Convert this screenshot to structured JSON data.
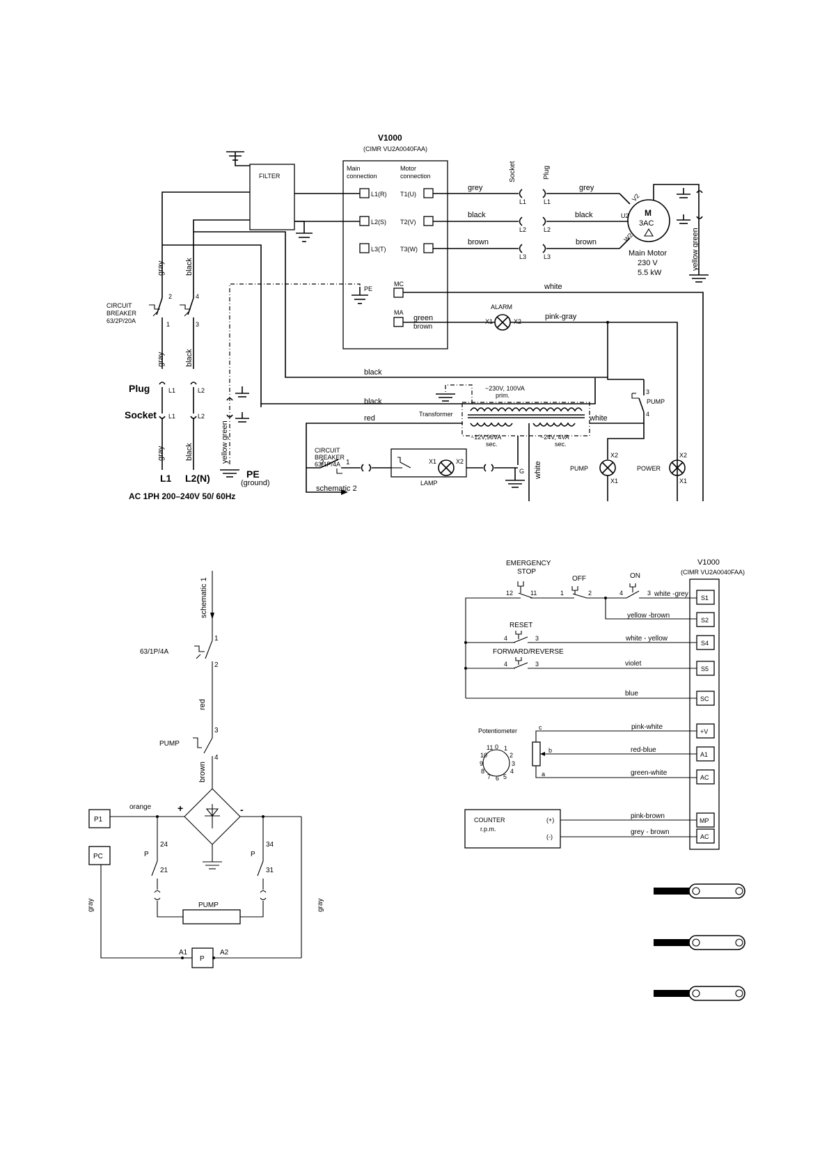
{
  "sheet": {
    "schematic1": {
      "inverter_title": "V1000",
      "inverter_model": "(CIMR VU2A0040FAA)",
      "filter": "FILTER",
      "main_connection": [
        "Main",
        "connection"
      ],
      "motor_connection": [
        "Motor",
        "connection"
      ],
      "terminals_in": [
        "L1(R)",
        "L2(S)",
        "L3(T)"
      ],
      "terminals_out": [
        "T1(U)",
        "T2(V)",
        "T3(W)"
      ],
      "pe": "PE",
      "mc": "MC",
      "ma": "MA",
      "socket_vert": "Socket",
      "plug_vert": "Plug",
      "conn_labels": [
        "L1",
        "L1",
        "L2",
        "L2",
        "L3",
        "L3"
      ],
      "wires_motor_left": [
        "grey",
        "black",
        "brown"
      ],
      "wires_motor_right": [
        "grey",
        "black",
        "brown"
      ],
      "motor_terms": [
        "V2",
        "U2",
        "W2"
      ],
      "motor_symbol": [
        "M",
        "3AC"
      ],
      "motor_label": [
        "Main Motor",
        "230 V",
        "5.5 kW"
      ],
      "yellow_green_right": "yellow green",
      "white_mc": "white",
      "green": "green",
      "brown_ma": "brown",
      "alarm": "ALARM",
      "x1": "X1",
      "x2": "X2",
      "pink_gray": "pink-gray",
      "cb_main": [
        "CIRCUIT",
        "BREAKER",
        "63/2P/20A"
      ],
      "cb_nums": [
        "2",
        "4",
        "1",
        "3"
      ],
      "gray": "gray",
      "black": "black",
      "plug": "Plug",
      "socket": "Socket",
      "l1": "L1",
      "l2": "L2",
      "yellow_green_left": "yellow green",
      "pe_ground": [
        "PE",
        "(ground)"
      ],
      "supply_l1": "L1",
      "supply_l2": "L2(N)",
      "supply": "AC 1PH  200–240V  50/ 60Hz",
      "wire_black1": "black",
      "wire_black2": "black",
      "wire_red": "red",
      "transformer": "Transformer",
      "prim": [
        "~230V, 100VA",
        "prim."
      ],
      "sec1": [
        "~12V,96VA",
        "sec."
      ],
      "sec2": [
        "~24V, 4VA",
        "sec."
      ],
      "white_trafo": "white",
      "cb_small": [
        "CIRCUIT",
        "BREAKER",
        "63/1P/4A"
      ],
      "cb_small_nums": [
        "2",
        "1"
      ],
      "lamp": "LAMP",
      "g": "G",
      "white_vert": "white",
      "pump_switch": "PUMP",
      "pump_switch_nums": [
        "3",
        "4"
      ],
      "pump_lamp": "PUMP",
      "power_lamp": "POWER",
      "schematic2_ref": "schematic 2"
    },
    "schematic2": {
      "ref": "schematic 1",
      "cb": "63/1P/4A",
      "nums": [
        "1",
        "2",
        "3",
        "4"
      ],
      "red": "red",
      "brown": "brown",
      "pump_switch": "PUMP",
      "p1": "P1",
      "pc": "PC",
      "orange": "orange",
      "plus": "+",
      "minus": "-",
      "relay_p": "P",
      "contacts": [
        "24",
        "21",
        "34",
        "31"
      ],
      "pump": "PUMP",
      "gray": "gray",
      "a1": "A1",
      "a2": "A2",
      "p": "P"
    },
    "schematic3": {
      "inverter_title": "V1000",
      "inverter_model": "(CIMR VU2A0040FAA)",
      "emergency_stop": [
        "EMERGENCY",
        "STOP"
      ],
      "off": "OFF",
      "on": "ON",
      "contact_nums": [
        "12",
        "11",
        "1",
        "2",
        "4",
        "3"
      ],
      "reset": "RESET",
      "fwd_rev": "FORWARD/REVERSE",
      "reset_nums": [
        "4",
        "3"
      ],
      "fwd_nums": [
        "4",
        "3"
      ],
      "terminals": [
        "S1",
        "S2",
        "S4",
        "S5",
        "SC",
        "+V",
        "A1",
        "AC",
        "MP",
        "AC"
      ],
      "wires": [
        "white -grey",
        "yellow -brown",
        "white - yellow",
        "violet",
        "blue",
        "pink-white",
        "red-blue",
        "green-white",
        "pink-brown",
        "grey - brown"
      ],
      "potentiometer": "Potentiometer",
      "dial": [
        "11",
        "0",
        "1",
        "2",
        "3",
        "4",
        "5",
        "6",
        "7",
        "8",
        "9",
        "10"
      ],
      "pot_terms": [
        "c",
        "b",
        "a"
      ],
      "counter": [
        "COUNTER",
        "r.p.m."
      ],
      "counter_terms": [
        "(+)",
        "(-)"
      ]
    }
  }
}
